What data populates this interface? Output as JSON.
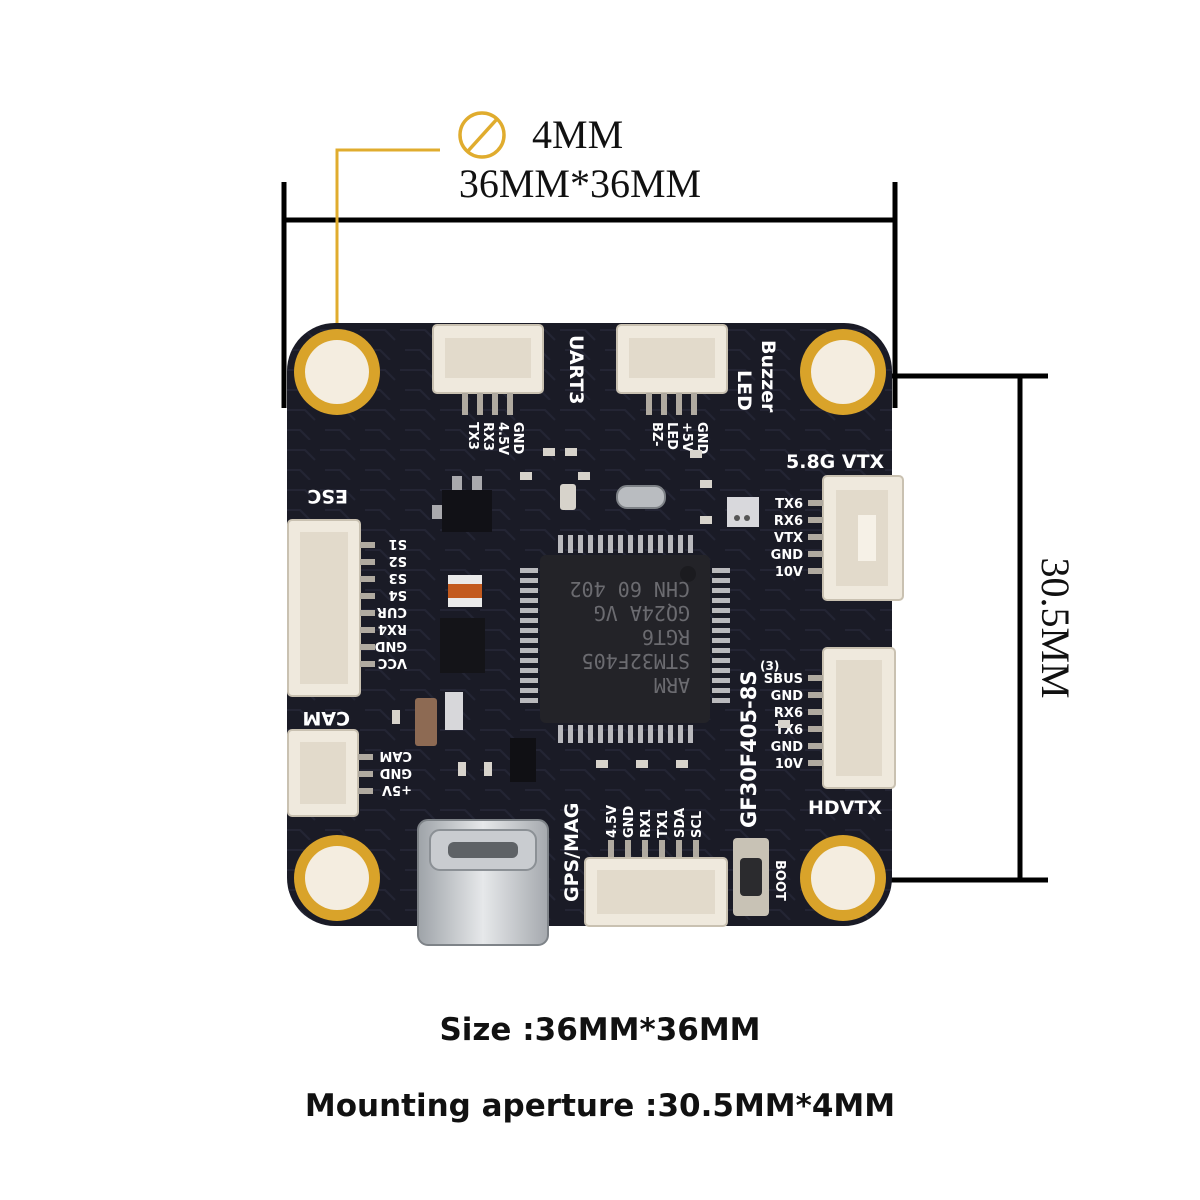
{
  "dimensions": {
    "hole_diameter": "4MM",
    "board_size": "36MM*36MM",
    "mounting_spacing": "30.5MM"
  },
  "board": {
    "model": "GF30F405-8S",
    "model_superscript": "(3)",
    "mcu_marking": [
      "ARM",
      "STM32F405",
      "RGT6",
      "GQ24A VG",
      "CHN 60 402"
    ],
    "headers": {
      "uart3": {
        "title": "UART3",
        "pins": [
          "TX3",
          "RX3",
          "4.5V",
          "GND"
        ]
      },
      "led_buzzer": {
        "title_led": "LED",
        "title_buzzer": "Buzzer",
        "pins": [
          "BZ-",
          "LED",
          "+5V",
          "GND"
        ]
      },
      "vtx": {
        "title": "5.8G VTX",
        "pins": [
          "TX6",
          "RX6",
          "VTX",
          "GND",
          "10V"
        ]
      },
      "hdvtx": {
        "title": "HDVTX",
        "pins": [
          "SBUS",
          "GND",
          "RX6",
          "TX6",
          "GND",
          "10V"
        ]
      },
      "esc": {
        "title": "ESC",
        "pins": [
          "S1",
          "S2",
          "S3",
          "S4",
          "CUR",
          "RX4",
          "GND",
          "VCC"
        ]
      },
      "cam": {
        "title": "CAM",
        "pins": [
          "CAM",
          "GND",
          "+5V"
        ]
      },
      "gps": {
        "title": "GPS/MAG",
        "pins": [
          "4.5V",
          "GND",
          "RX1",
          "TX1",
          "SDA",
          "SCL"
        ]
      }
    },
    "button_label": "BOOT"
  },
  "captions": {
    "size": "Size :36MM*36MM",
    "aperture": "Mounting aperture :30.5MM*4MM"
  },
  "colors": {
    "pcb": "#1a1b26",
    "pad_gold": "#d9a32a",
    "leader_line": "#e0ac2e",
    "connector": "#efe9dd",
    "dimension_line": "#000000"
  }
}
